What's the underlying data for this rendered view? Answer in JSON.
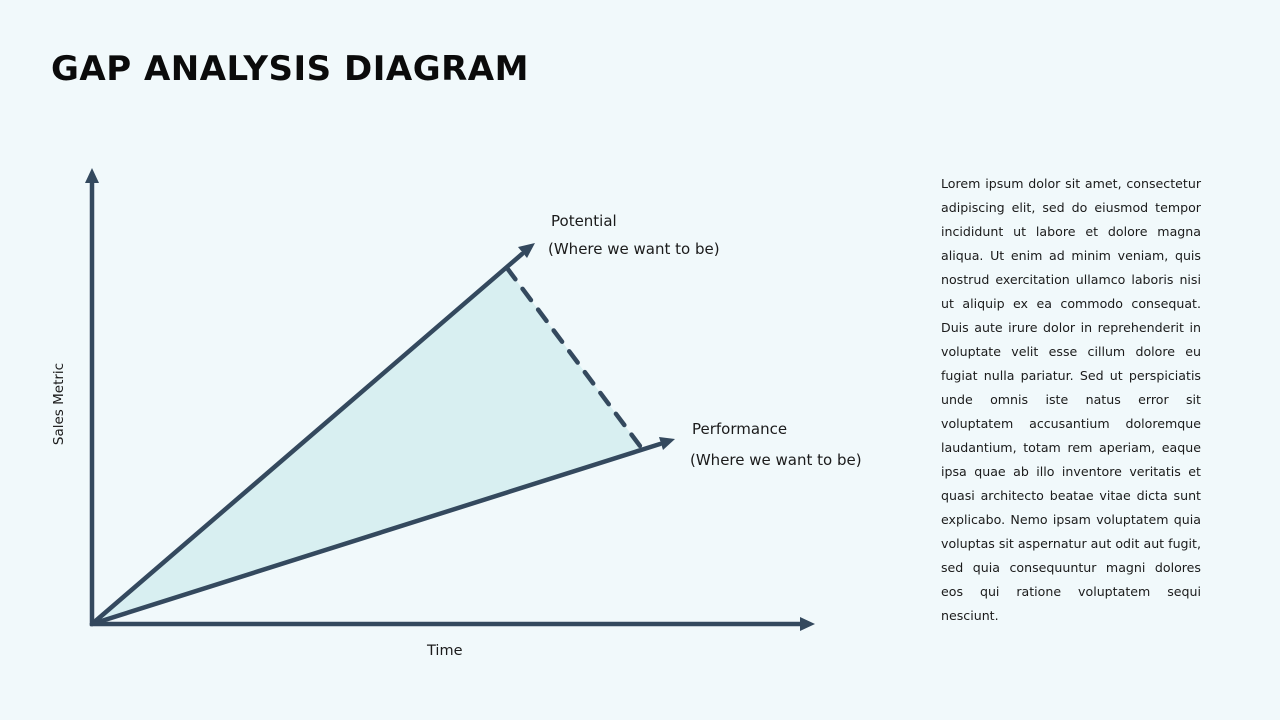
{
  "page": {
    "title": "GAP ANALYSIS DIAGRAM",
    "background_color": "#f1f9fb"
  },
  "diagram": {
    "axis_color": "#34495e",
    "fill_color": "#d8eff1",
    "y_axis_label": "Sales Metric",
    "x_axis_label": "Time",
    "potential": {
      "label": "Potential",
      "sublabel": "(Where we want to be)"
    },
    "performance": {
      "label": "Performance",
      "sublabel": "(Where we want to be)"
    },
    "gap_line_style": "dashed"
  },
  "description": {
    "text": "Lorem ipsum dolor sit amet, consectetur adipiscing elit, sed do eiusmod tempor incididunt ut labore et dolore magna aliqua. Ut enim ad minim veniam, quis nostrud exercitation ullamco laboris nisi ut aliquip ex ea commodo consequat. Duis aute irure dolor in reprehenderit in voluptate velit esse cillum dolore eu fugiat nulla pariatur. Sed ut perspiciatis unde omnis iste natus error sit voluptatem accusantium doloremque laudantium, totam rem aperiam, eaque ipsa quae ab illo inventore veritatis et quasi architecto beatae vitae dicta sunt explicabo. Nemo ipsam voluptatem quia voluptas sit aspernatur aut odit aut fugit, sed quia consequuntur magni dolores eos qui ratione voluptatem sequi nesciunt."
  }
}
